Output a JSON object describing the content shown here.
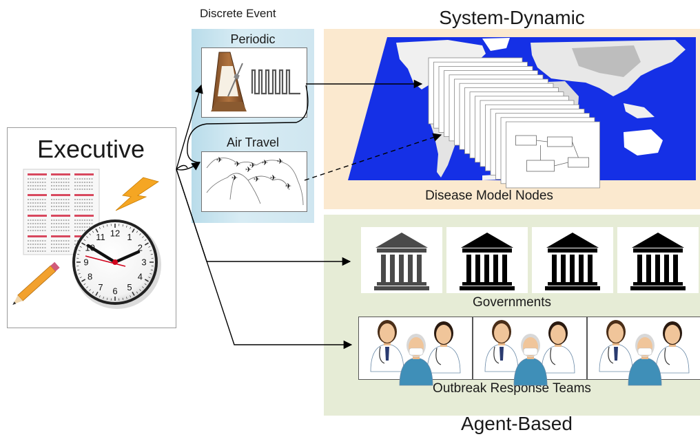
{
  "discrete_event": {
    "title": "Discrete Event",
    "periodic_label": "Periodic",
    "air_travel_label": "Air Travel"
  },
  "executive": {
    "title": "Executive"
  },
  "system_dynamic": {
    "title": "System-Dynamic",
    "nodes_label": "Disease Model Nodes"
  },
  "agent_based": {
    "title": "Agent-Based",
    "governments_label": "Governments",
    "teams_label": "Outbreak Response Teams"
  },
  "clock": {
    "numbers": [
      "12",
      "1",
      "2",
      "3",
      "4",
      "5",
      "6",
      "7",
      "8",
      "9",
      "10",
      "11"
    ]
  },
  "colors": {
    "discrete_event_bg": "#cfe6f0",
    "system_dynamic_bg": "#fbe9cf",
    "agent_based_bg": "#e6ecd6",
    "ocean": "#1530e6",
    "scrub": "#3f8fb8",
    "lightning": "#f5a623"
  },
  "icons": [
    "metronome-icon",
    "pulse-train-icon",
    "airplane-icon",
    "calendar-icon",
    "clock-icon",
    "pencil-icon",
    "lightning-icon",
    "government-building-icon",
    "medical-team-icon",
    "world-map-icon"
  ]
}
